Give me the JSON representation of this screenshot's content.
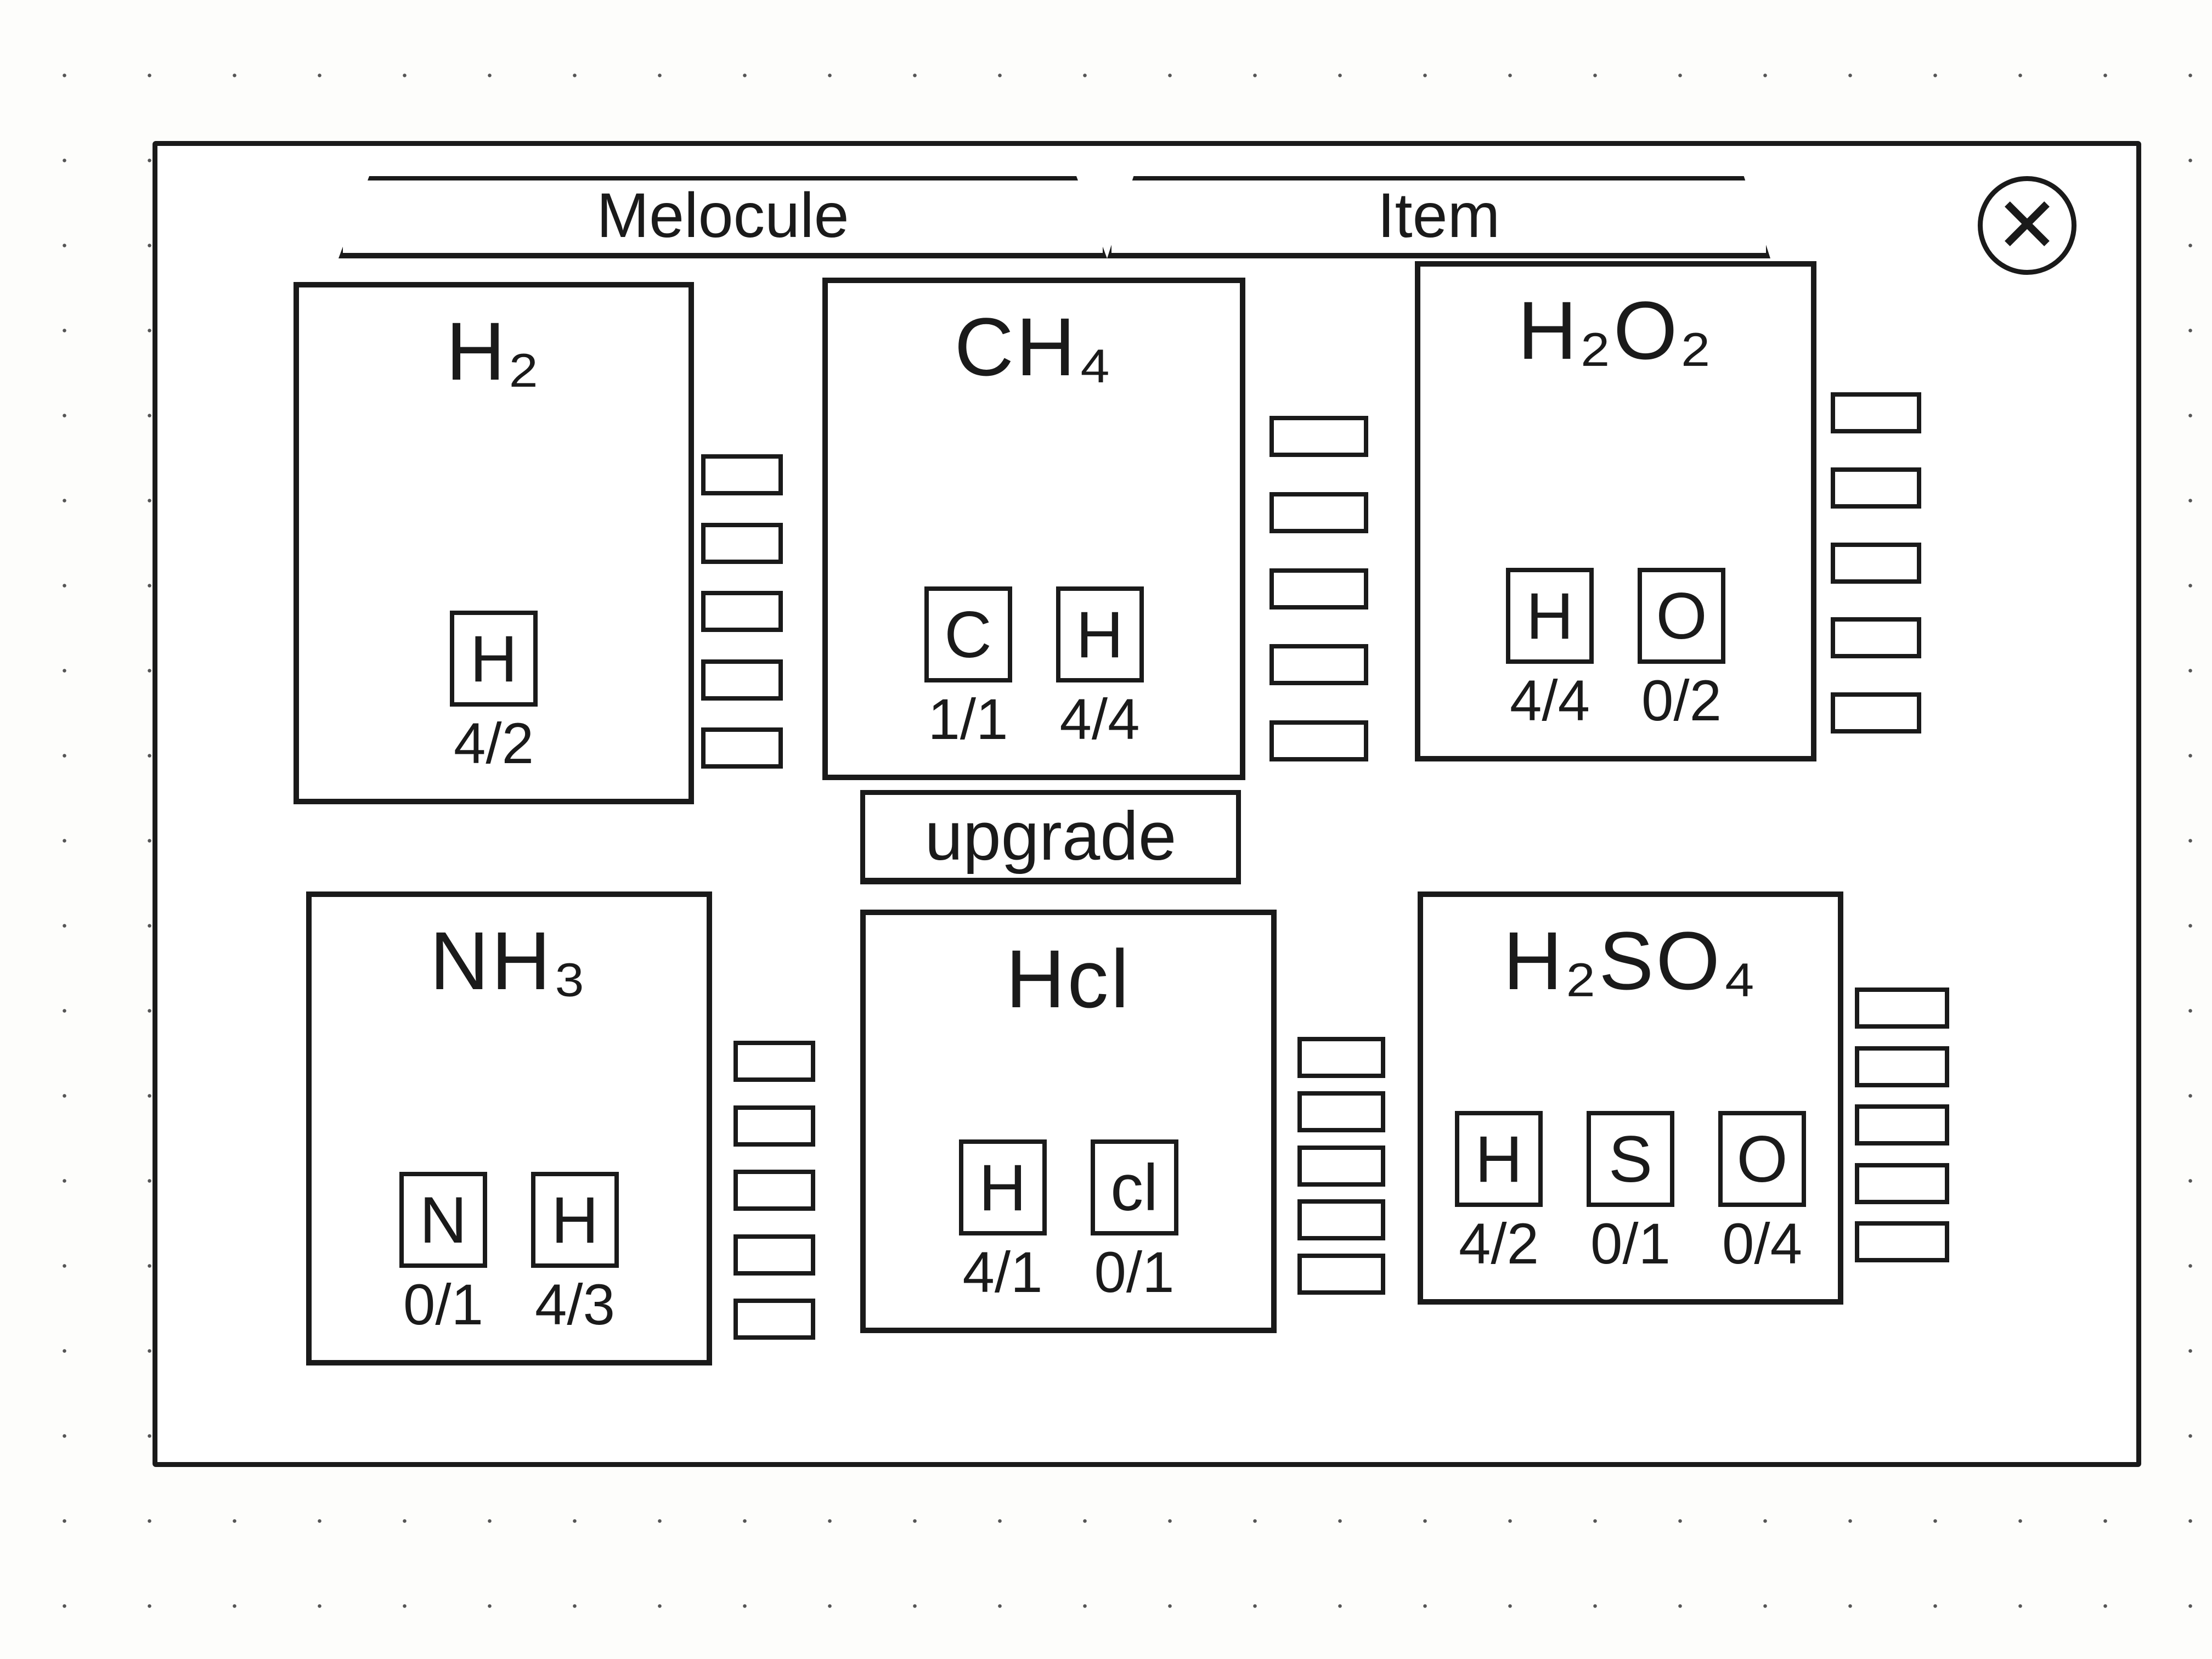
{
  "tabs": [
    {
      "label": "Melocule"
    },
    {
      "label": "Item"
    }
  ],
  "close_icon": "close-x-circle",
  "upgrade_label": "upgrade",
  "molecules": [
    {
      "name": "H₂",
      "elements": [
        {
          "symbol": "H",
          "count": "4/2"
        }
      ]
    },
    {
      "name": "CH₄",
      "elements": [
        {
          "symbol": "C",
          "count": "1/1"
        },
        {
          "symbol": "H",
          "count": "4/4"
        }
      ]
    },
    {
      "name": "H₂O₂",
      "elements": [
        {
          "symbol": "H",
          "count": "4/4"
        },
        {
          "symbol": "O",
          "count": "0/2"
        }
      ]
    },
    {
      "name": "NH₃",
      "elements": [
        {
          "symbol": "N",
          "count": "0/1"
        },
        {
          "symbol": "H",
          "count": "4/3"
        }
      ]
    },
    {
      "name": "Hcl",
      "elements": [
        {
          "symbol": "H",
          "count": "4/1"
        },
        {
          "symbol": "cl",
          "count": "0/1"
        }
      ]
    },
    {
      "name": "H₂SO₄",
      "elements": [
        {
          "symbol": "H",
          "count": "4/2"
        },
        {
          "symbol": "S",
          "count": "0/1"
        },
        {
          "symbol": "O",
          "count": "0/4"
        }
      ]
    }
  ]
}
